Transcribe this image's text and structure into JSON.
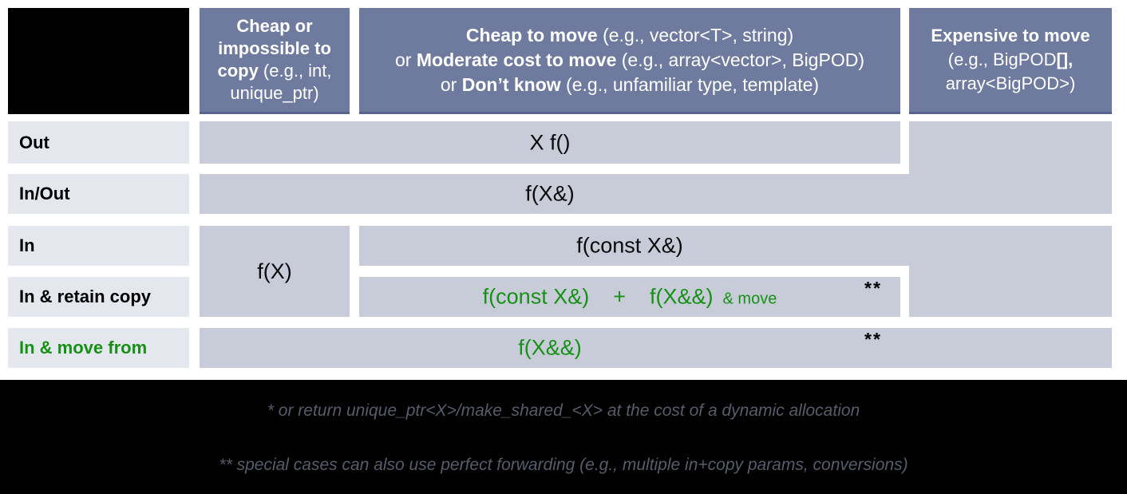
{
  "colors": {
    "header_bg": "#6f7b9e",
    "header_border": "#56648f",
    "cell_bg": "#c8ccd9",
    "label_bg": "#e5e7ef",
    "accent_green": "#169116",
    "footnote_text": "#575c6b",
    "black": "#000000"
  },
  "header": {
    "col1": [
      {
        "t": "Cheap or impossible to copy",
        "b": 1
      },
      {
        "t": " (e.g., int, unique_ptr)",
        "b": 0
      }
    ],
    "col2_line1": [
      {
        "t": "Cheap to move",
        "b": 1
      },
      {
        "t": " (e.g., vector<T>, string)",
        "b": 0
      }
    ],
    "col2_line2": [
      {
        "t": "or ",
        "b": 0
      },
      {
        "t": "Moderate cost to move",
        "b": 1
      },
      {
        "t": " (e.g., array<vector>, BigPOD)",
        "b": 0
      }
    ],
    "col2_line3": [
      {
        "t": "or ",
        "b": 0
      },
      {
        "t": "Don’t know",
        "b": 1
      },
      {
        "t": " (e.g., unfamiliar type, template)",
        "b": 0
      }
    ],
    "col3_line1": [
      {
        "t": "Expensive to move",
        "b": 1
      }
    ],
    "col3_line2": [
      {
        "t": "(e.g., BigPOD",
        "b": 0
      },
      {
        "t": "[],",
        "b": 1
      }
    ],
    "col3_line3": [
      {
        "t": "array<BigPOD>)",
        "b": 0
      }
    ]
  },
  "rows": {
    "out": "Out",
    "inout": "In/Out",
    "in": "In",
    "retain": "In & retain copy",
    "movefrom": "In & move from"
  },
  "cells": {
    "out": "X f()",
    "inout": "f(X&)",
    "in_value": "f(X)",
    "in_cref": "f(const X&)",
    "retain_p1": "f(const X&)",
    "retain_op": "+",
    "retain_p2": "f(X&&)",
    "retain_suffix": "& move",
    "retain_marker": "**",
    "movefrom_main": "f(X&&)",
    "movefrom_marker": "**"
  },
  "footnotes": {
    "line1": "* or return unique_ptr<X>/make_shared_<X> at the cost of a dynamic allocation",
    "line2": "** special cases can also use perfect forwarding (e.g., multiple in+copy params, conversions)"
  }
}
